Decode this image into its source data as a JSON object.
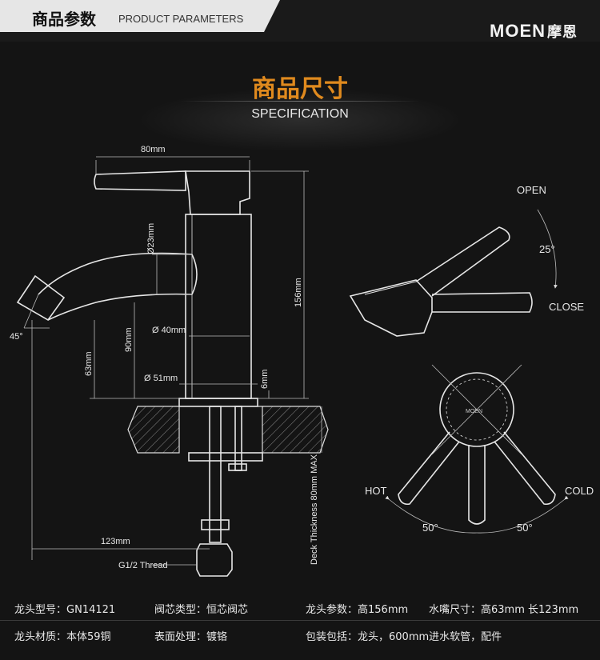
{
  "header": {
    "title_cn": "商品参数",
    "title_en": "PRODUCT PARAMETERS",
    "brand": "MOEN",
    "brand_cn": "摩恩"
  },
  "section": {
    "title_cn": "商品尺寸",
    "title_en": "SPECIFICATION"
  },
  "drawing": {
    "dim_80": "80mm",
    "dim_23": "Ø23mm",
    "dim_156": "156mm",
    "dim_40": "Ø 40mm",
    "dim_90": "90mm",
    "dim_51": "Ø 51mm",
    "dim_6": "6mm",
    "dim_63": "63mm",
    "angle_45": "45°",
    "dim_123": "123mm",
    "thread": "G1/2 Thread",
    "deck": "Deck Thickness 80mm MAX",
    "open": "OPEN",
    "close": "CLOSE",
    "angle_25": "25°",
    "hot": "HOT",
    "cold": "COLD",
    "angle_50a": "50°",
    "angle_50b": "50°",
    "logo_small": "MOEN"
  },
  "specs": {
    "row1": [
      {
        "label": "龙头型号：",
        "value": "GN14121"
      },
      {
        "label": "阀芯类型：",
        "value": "恒芯阀芯"
      },
      {
        "label": "龙头参数：",
        "value": "高156mm"
      },
      {
        "label": "水嘴尺寸：",
        "value": "高63mm  长123mm"
      }
    ],
    "row2": [
      {
        "label": "龙头材质：",
        "value": "本体59铜"
      },
      {
        "label": "表面处理：",
        "value": "镀铬"
      },
      {
        "label": "包装包括：",
        "value": "龙头，600mm进水软管，配件"
      }
    ]
  }
}
